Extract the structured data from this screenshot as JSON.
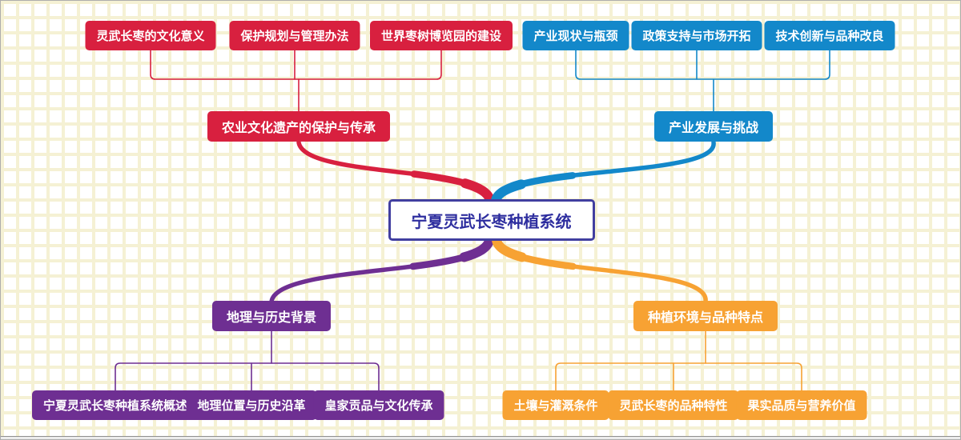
{
  "mindmap": {
    "root": {
      "label": "宁夏灵武长枣种植系统",
      "text_color": "#2e2e9f",
      "border_color": "#413fa0",
      "fill_color": "#ffffff"
    },
    "branches": [
      {
        "id": "heritage",
        "label": "农业文化遗产的保护与传承",
        "color": "#d8203f",
        "position": "top-left",
        "children": [
          {
            "label": "灵武长枣的文化意义"
          },
          {
            "label": "保护规划与管理办法"
          },
          {
            "label": "世界枣树博览园的建设"
          }
        ]
      },
      {
        "id": "industry",
        "label": "产业发展与挑战",
        "color": "#1388ca",
        "position": "top-right",
        "children": [
          {
            "label": "产业现状与瓶颈"
          },
          {
            "label": "政策支持与市场开拓"
          },
          {
            "label": "技术创新与品种改良"
          }
        ]
      },
      {
        "id": "geography",
        "label": "地理与历史背景",
        "color": "#6e2f92",
        "position": "bottom-left",
        "children": [
          {
            "label": "宁夏灵武长枣种植系统概述"
          },
          {
            "label": "地理位置与历史沿革"
          },
          {
            "label": "皇家贡品与文化传承"
          }
        ]
      },
      {
        "id": "planting",
        "label": "种植环境与品种特点",
        "color": "#f7a233",
        "position": "bottom-right",
        "children": [
          {
            "label": "土壤与灌溉条件"
          },
          {
            "label": "灵武长枣的品种特性"
          },
          {
            "label": "果实品质与营养价值"
          }
        ]
      }
    ]
  }
}
